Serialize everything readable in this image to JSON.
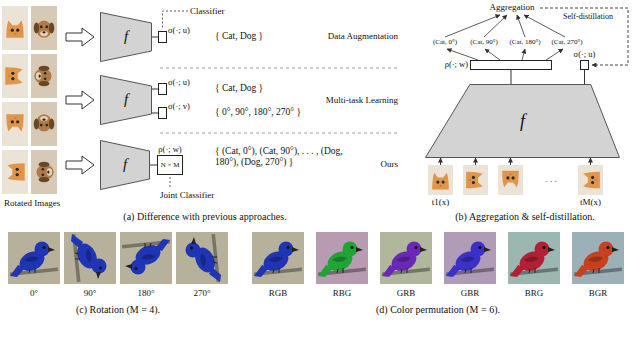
{
  "diagram": {
    "nodes": [
      {
        "text": [
          "f"
        ]
      },
      {
        "text": [
          "σ(·; u)"
        ]
      },
      {
        "text": [
          "f"
        ]
      },
      {
        "text": [
          "σ(·; u)"
        ]
      },
      {
        "text": [
          "σ(·; v)"
        ]
      },
      {
        "text": [
          "f"
        ]
      },
      {
        "text": [
          "ρ(·; w)",
          "N × M"
        ]
      },
      {
        "text": [
          "ρ(·; w)"
        ]
      },
      {
        "text": [
          "σ(·; u)"
        ]
      },
      {
        "text": [
          "f"
        ]
      },
      {
        "text": [
          "t1(x)"
        ]
      },
      {
        "text": [
          "tM(x)"
        ]
      }
    ],
    "edges": [
      {
        "from": 0,
        "to": 1,
        "arrow": "none"
      },
      {
        "from": 2,
        "to": 3,
        "arrow": "none"
      },
      {
        "from": 2,
        "to": 4,
        "arrow": "none"
      },
      {
        "from": 5,
        "to": 6,
        "arrow": "none"
      },
      {
        "from": 9,
        "to": 7,
        "arrow": "none"
      },
      {
        "from": 9,
        "to": 8,
        "arrow": "none"
      },
      {
        "from": 10,
        "to": 9,
        "arrow": "to"
      },
      {
        "from": 11,
        "to": 9,
        "arrow": "to"
      }
    ],
    "labels": [
      "Rotated Images",
      "Classifier",
      "{ Cat, Dog }",
      "Data Augmentation",
      "{ Cat, Dog }",
      "{ 0°, 90°, 180°, 270° }",
      "Multi-task Learning",
      "{ (Cat, 0°), (Cat, 90°), . . . , (Dog, 180°), (Dog, 270°) }",
      "Ours",
      "Joint Classifier",
      "(a) Difference with previous approaches.",
      "Aggregation",
      "(Cat, 0°)",
      "(Cat, 90°)",
      "(Cat, 180°)",
      "(Cat, 270°)",
      "Self-distillation",
      ". . .",
      "(b) Aggregation & self-distillation.",
      "0°",
      "90°",
      "180°",
      "270°",
      "(c) Rotation (M = 4).",
      "RGB",
      "RBG",
      "GRB",
      "GBR",
      "BRG",
      "BGR",
      "(d) Color permutation (M = 6)."
    ]
  }
}
